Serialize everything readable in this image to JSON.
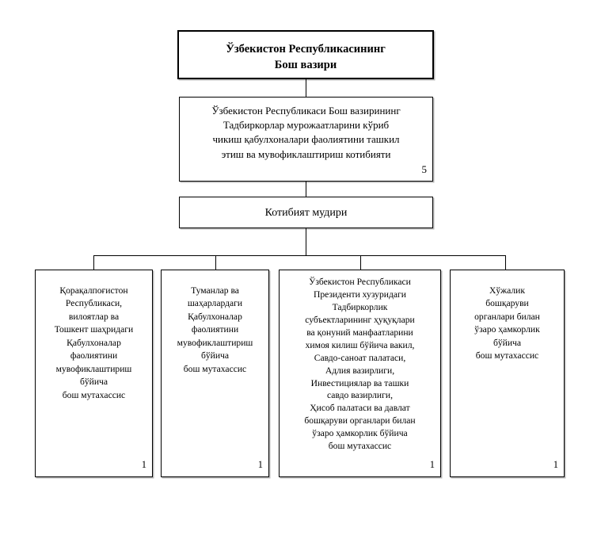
{
  "diagram": {
    "title": "Organizational structure chart",
    "boxes": {
      "prime_minister": {
        "text": "Ўзбекистон Республикасининг\nБош вазири"
      },
      "secretariat": {
        "text": "Ўзбекистон Республикаси Бош вазирининг\nТадбиркорлар мурожаатларини кўриб\nчикиш қабулхоналари фаолиятини ташкил\nэтиш ва мувофиклаштириш котибияти",
        "count": "5"
      },
      "secretariat_head": {
        "text": "Котибият мудири"
      },
      "karakalpakstan": {
        "text": "Қорақалпоғистон\nРеспубликаси,\nвилоятлар ва\nТошкент шаҳридаги\nҚабулхоналар\nфаолиятини\nмувофиклаштириш\nбўйича\nбош мутахассис",
        "count": "1"
      },
      "districts": {
        "text": "Туманлар ва\nшаҳарлардаги\nҚабулхоналар\nфаолиятини\nмувофиклаштириш\nбўйича\nбош мутахассис",
        "count": "1"
      },
      "ombudsman": {
        "text": "Ўзбекистон Республикаси\nПрезиденти хузуридаги\nТадбиркорлик\nсубъектларининг ҳуқуқлари\nва қонуний манфаатларини\nхимоя килиш бўйича вакил,\nСавдо-саноат палатаси,\nАдлия вазирлиги,\nИнвестициялар ва ташки\nсавдо вазирлиги,\nҲисоб палатаси ва давлат\nбошқаруви органлари билан\nўзаро ҳамкорлик бўйича\nбош мутахассис",
        "count": "1"
      },
      "economy": {
        "text": "Хўжалик\nбошқаруви\nорганлари билан\nўзаро ҳамкорлик\nбўйича\nбош мутахассис",
        "count": "1"
      }
    },
    "colors": {
      "border": "#000000",
      "background": "#ffffff",
      "shadow": "#b9b9b9",
      "text": "#000000"
    }
  }
}
